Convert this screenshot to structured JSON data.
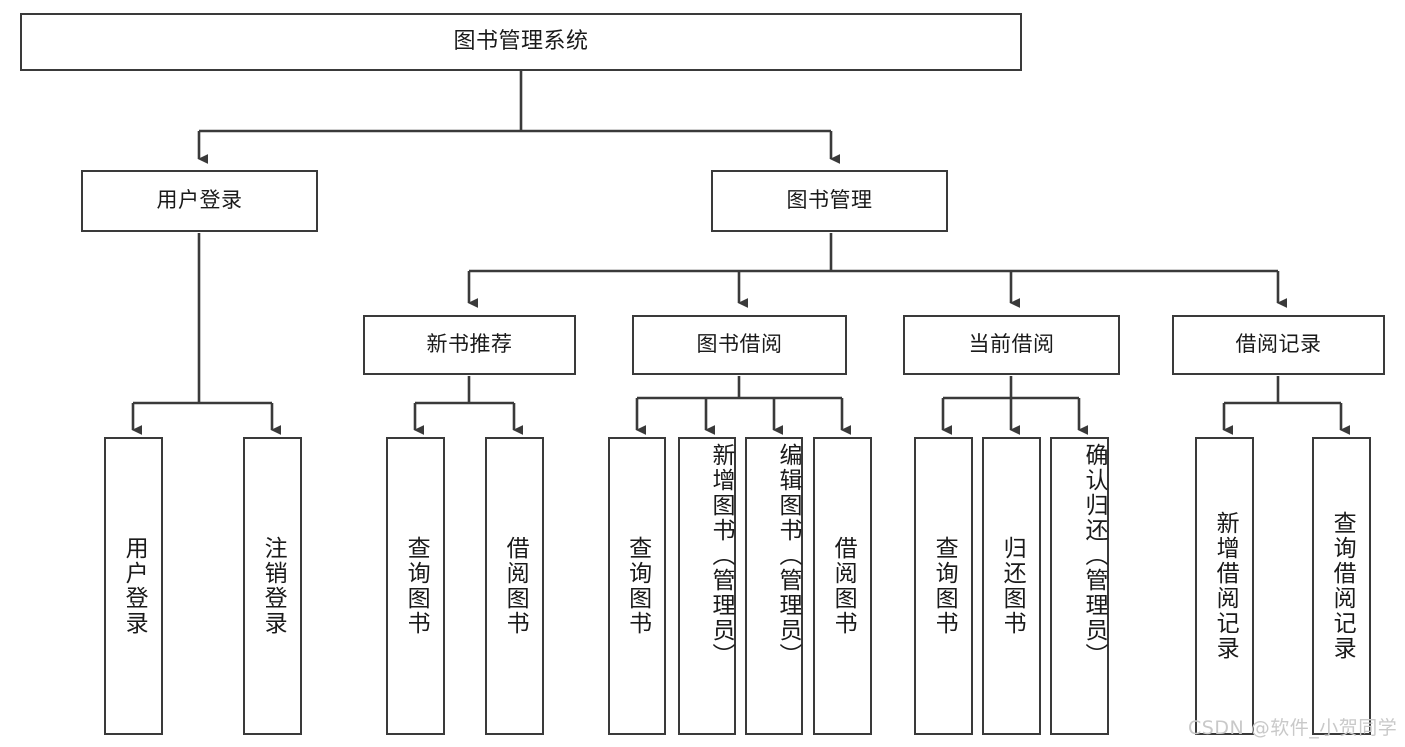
{
  "diagram": {
    "type": "tree",
    "title": "图书管理系统",
    "watermark": "CSDN @软件_小贺同学",
    "style": {
      "box_border_color": "#3a3a3a",
      "box_fill_color": "#ffffff",
      "text_color": "#1a1a1a",
      "connector_color": "#3a3a3a",
      "watermark_color": "#c9c9c9"
    },
    "levels": {
      "root": {
        "label": "图书管理系统"
      },
      "level2": [
        {
          "label": "用户登录"
        },
        {
          "label": "图书管理"
        }
      ],
      "level3": [
        {
          "label": "新书推荐"
        },
        {
          "label": "图书借阅"
        },
        {
          "label": "当前借阅"
        },
        {
          "label": "借阅记录"
        }
      ],
      "leaves": {
        "user_login": [
          {
            "label": "用户登录"
          },
          {
            "label": "注销登录"
          }
        ],
        "new_book_recommend": [
          {
            "label": "查询图书"
          },
          {
            "label": "借阅图书"
          }
        ],
        "book_borrow": [
          {
            "label": "查询图书"
          },
          {
            "label": "新增图书（管理员）"
          },
          {
            "label": "编辑图书（管理员）"
          },
          {
            "label": "借阅图书"
          }
        ],
        "current_borrow": [
          {
            "label": "查询图书"
          },
          {
            "label": "归还图书"
          },
          {
            "label": "确认归还（管理员）"
          }
        ],
        "borrow_records": [
          {
            "label": "新增借阅记录"
          },
          {
            "label": "查询借阅记录"
          }
        ]
      }
    }
  }
}
